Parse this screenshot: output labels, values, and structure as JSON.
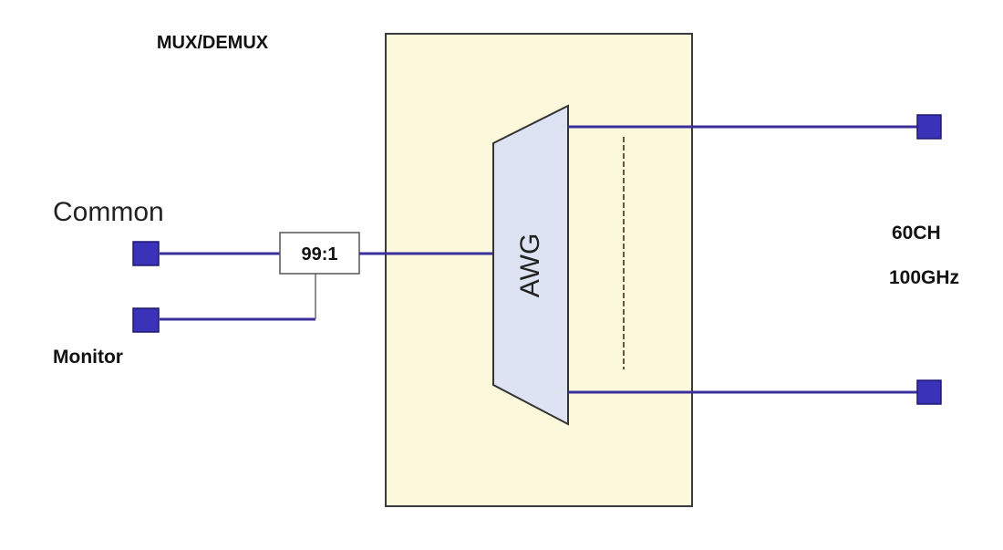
{
  "title": "MUX/DEMUX",
  "ports": {
    "common_label": "Common",
    "monitor_label": "Monitor"
  },
  "splitter": {
    "ratio_label": "99:1"
  },
  "awg": {
    "label": "AWG"
  },
  "channels": {
    "count_label": "60CH",
    "spacing_label": "100GHz"
  },
  "colors": {
    "box_fill": "#fbf8dc",
    "awg_fill": "#dde3f3",
    "fiber_line": "#3b2f9c",
    "port_fill": "#3a32b8"
  }
}
